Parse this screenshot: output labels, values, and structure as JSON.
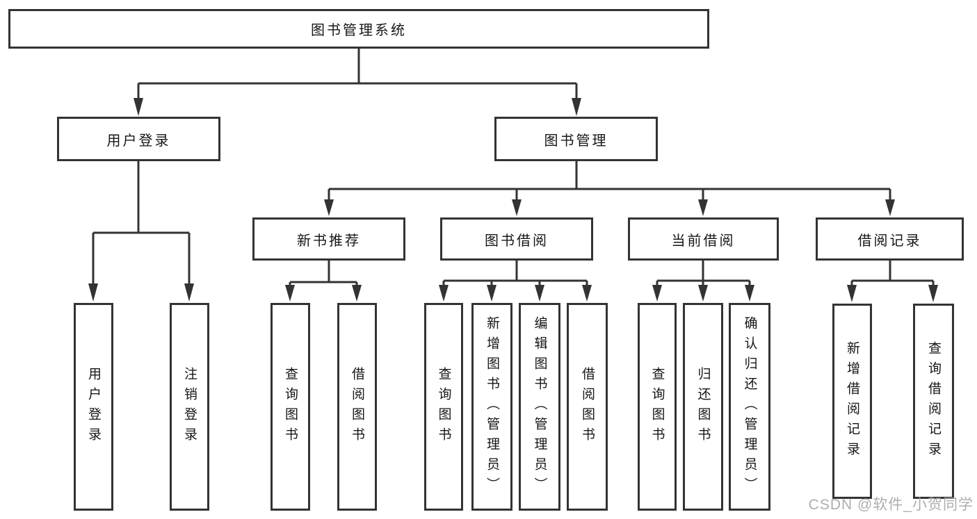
{
  "diagram_title": "图书管理系统",
  "nodes": {
    "root": "图书管理系统",
    "level2": {
      "user_login": "用户登录",
      "book_management": "图书管理"
    },
    "level3": {
      "new_books": "新书推荐",
      "book_borrowing": "图书借阅",
      "current_borrowing": "当前借阅",
      "borrowing_records": "借阅记录"
    },
    "leaves": {
      "user_login": "用户登录",
      "logout": "注销登录",
      "nb_query_books": "查询图书",
      "nb_borrow_books": "借阅图书",
      "bb_query_books": "查询图书",
      "bb_add_books": "新增图书（管理员）",
      "bb_edit_books": "编辑图书（管理员）",
      "bb_borrow_books": "借阅图书",
      "cb_query_books": "查询图书",
      "cb_return_books": "归还图书",
      "cb_confirm_return": "确认归还（管理员）",
      "br_add_record": "新增借阅记录",
      "br_query_record": "查询借阅记录"
    }
  },
  "watermark": "CSDN @软件_小贺同学",
  "colors": {
    "line": "#333333",
    "text": "#161616",
    "background": "#ffffff",
    "watermark": "#a5a5a5"
  }
}
